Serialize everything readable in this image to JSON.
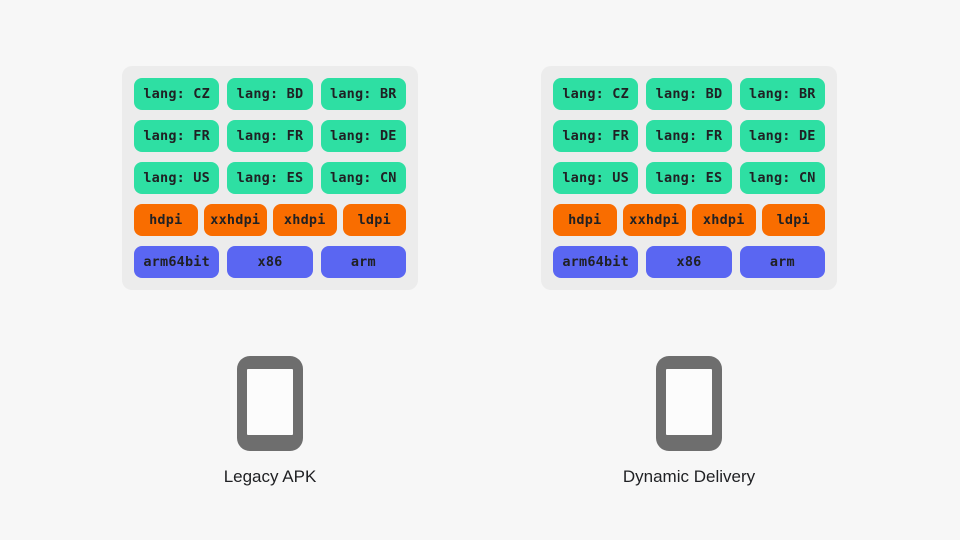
{
  "slide": {
    "page_background": "#f7f7f7"
  },
  "colors": {
    "page_bg": "#f7f7f7",
    "panel_bg": "#ececec",
    "lang_chip": "#2edfa3",
    "dpi_chip": "#f96d00",
    "abi_chip": "#5a66f2",
    "chip_text": "#202124",
    "phone_gray": "#6e6e6e",
    "phone_screen": "#fcfcfc",
    "caption_text": "#202124"
  },
  "panels": [
    {
      "label": "Legacy APK",
      "rows": [
        {
          "type": "lang",
          "chips": [
            "lang: CZ",
            "lang: BD",
            "lang: BR"
          ]
        },
        {
          "type": "lang",
          "chips": [
            "lang: FR",
            "lang: FR",
            "lang: DE"
          ]
        },
        {
          "type": "lang",
          "chips": [
            "lang: US",
            "lang: ES",
            "lang: CN"
          ]
        },
        {
          "type": "dpi",
          "chips": [
            "hdpi",
            "xxhdpi",
            "xhdpi",
            "ldpi"
          ]
        },
        {
          "type": "abi",
          "chips": [
            "arm64bit",
            "x86",
            "arm"
          ]
        }
      ]
    },
    {
      "label": "Dynamic Delivery",
      "rows": [
        {
          "type": "lang",
          "chips": [
            "lang: CZ",
            "lang: BD",
            "lang: BR"
          ]
        },
        {
          "type": "lang",
          "chips": [
            "lang: FR",
            "lang: FR",
            "lang: DE"
          ]
        },
        {
          "type": "lang",
          "chips": [
            "lang: US",
            "lang: ES",
            "lang: CN"
          ]
        },
        {
          "type": "dpi",
          "chips": [
            "hdpi",
            "xxhdpi",
            "xhdpi",
            "ldpi"
          ]
        },
        {
          "type": "abi",
          "chips": [
            "arm64bit",
            "x86",
            "arm"
          ]
        }
      ]
    }
  ]
}
